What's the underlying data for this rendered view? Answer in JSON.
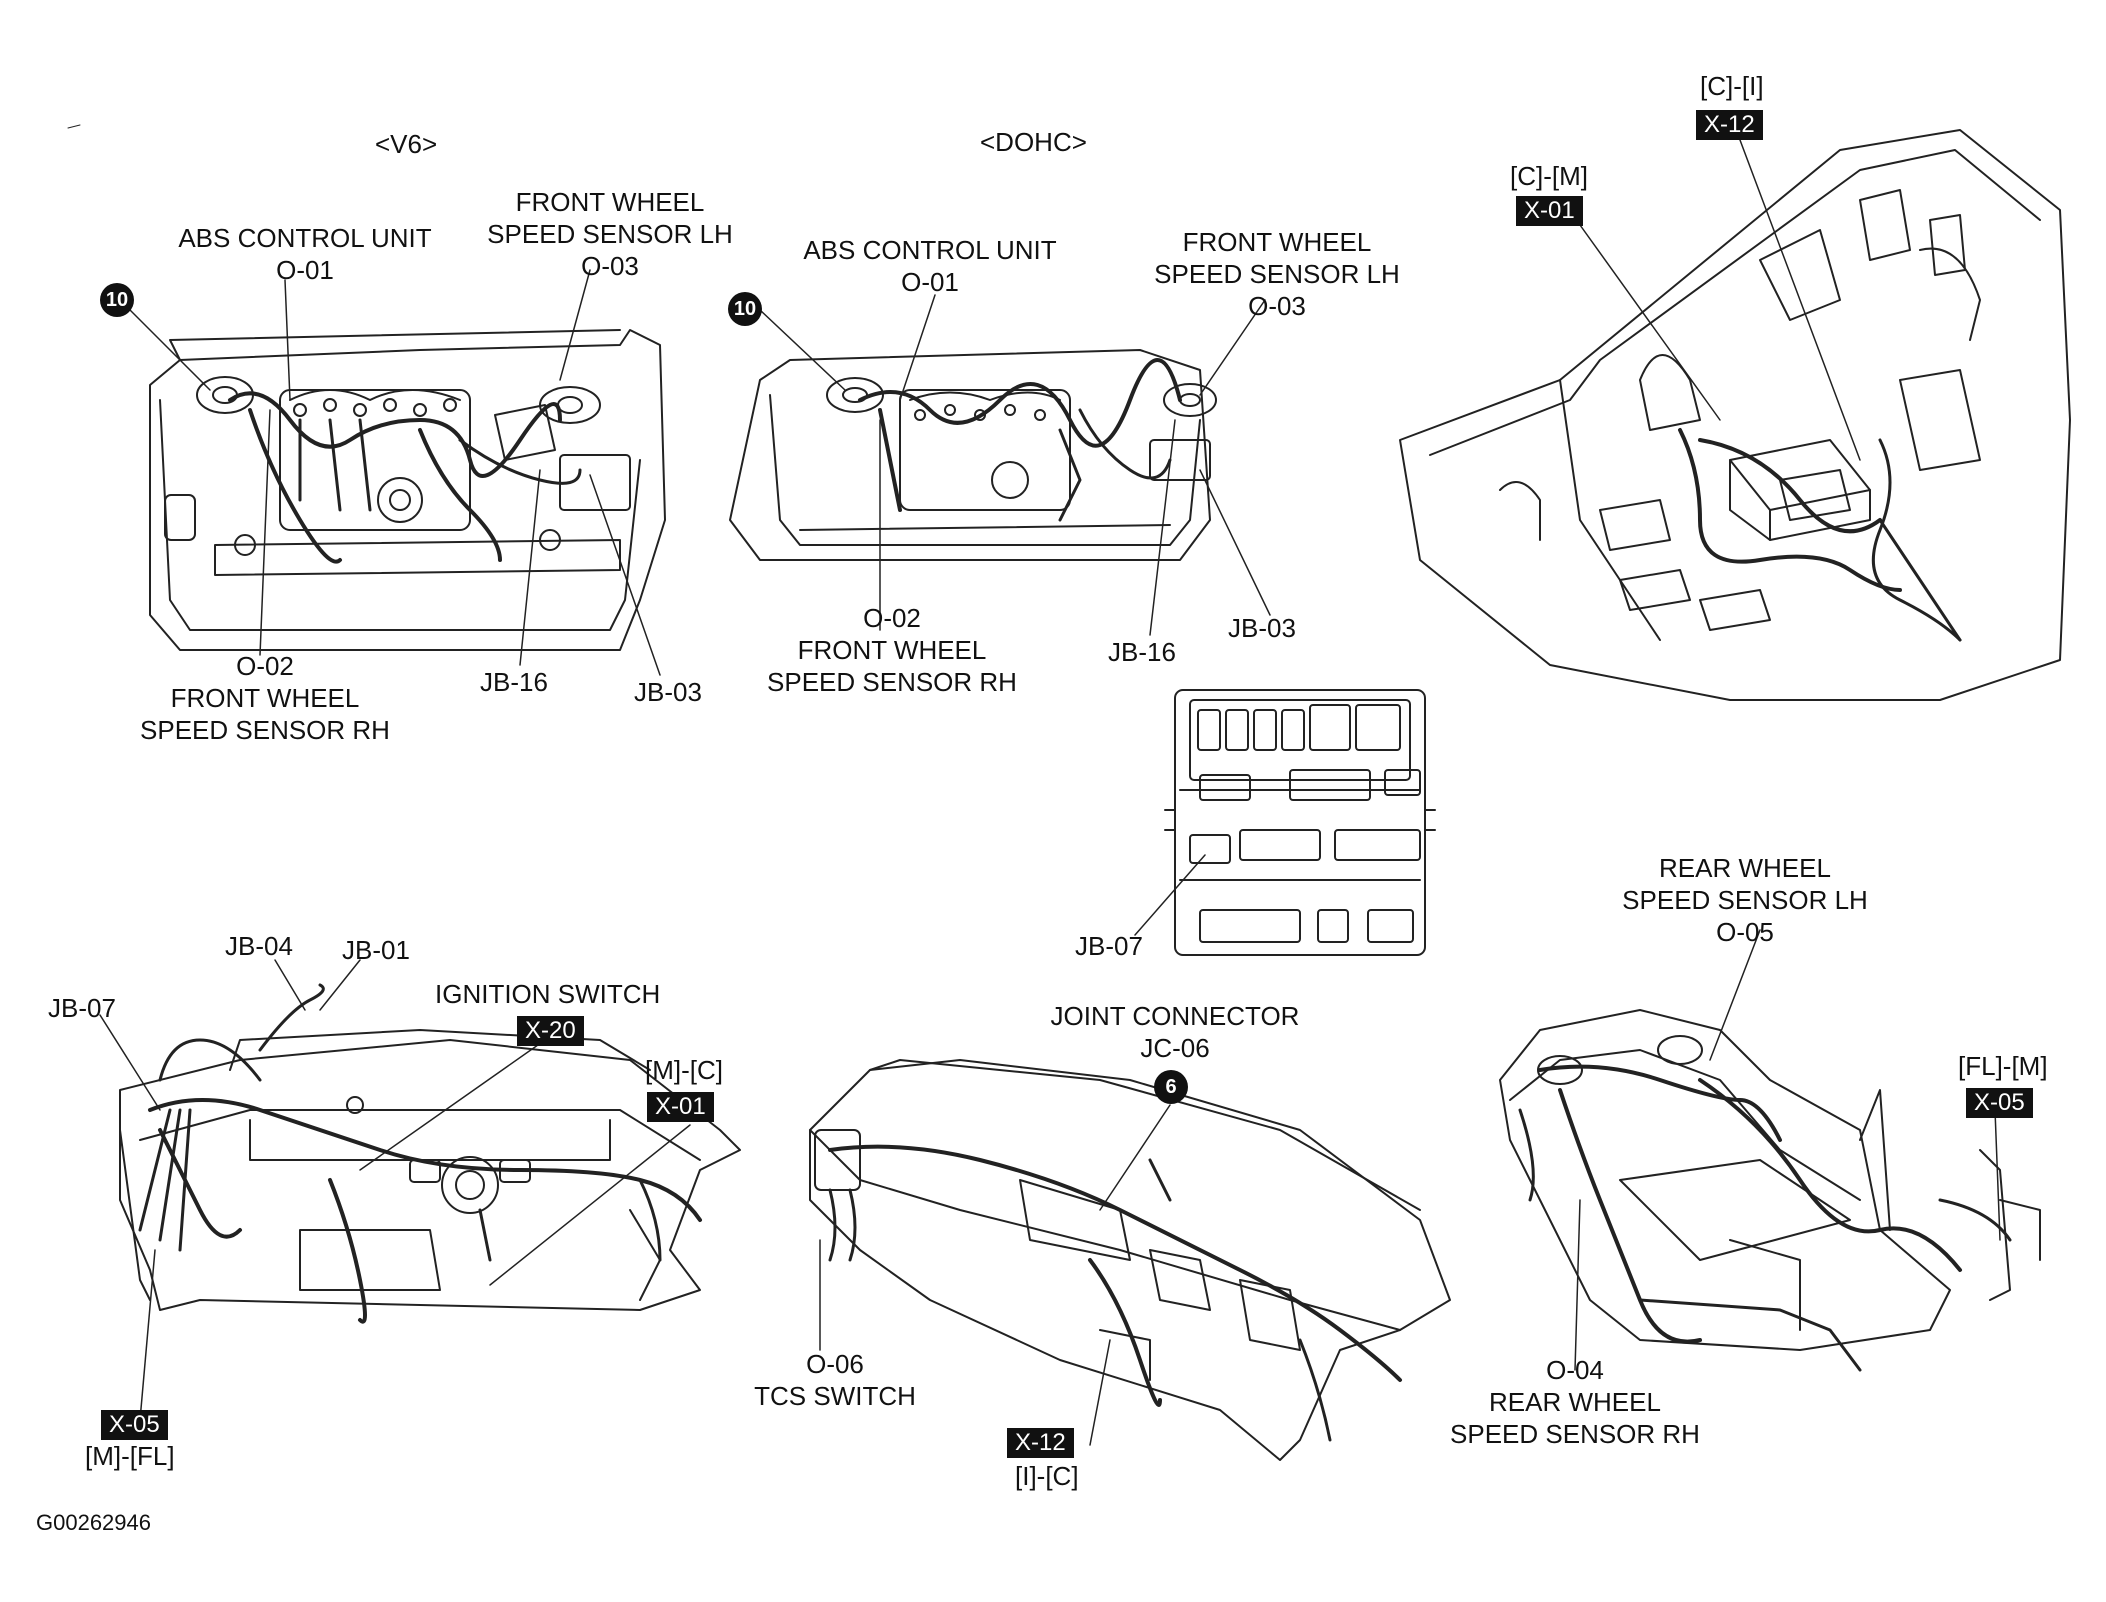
{
  "headings": {
    "v6": "<V6>",
    "dohc": "<DOHC>"
  },
  "engine_v6": {
    "badge": "10",
    "abs_unit_line1": "ABS CONTROL UNIT",
    "abs_unit_line2": "O-01",
    "fw_lh_line1": "FRONT WHEEL",
    "fw_lh_line2": "SPEED SENSOR LH",
    "fw_lh_line3": "O-03",
    "fw_rh_line1": "O-02",
    "fw_rh_line2": "FRONT WHEEL",
    "fw_rh_line3": "SPEED SENSOR RH",
    "jb16": "JB-16",
    "jb03": "JB-03"
  },
  "engine_dohc": {
    "badge": "10",
    "abs_unit_line1": "ABS CONTROL UNIT",
    "abs_unit_line2": "O-01",
    "fw_lh_line1": "FRONT WHEEL",
    "fw_lh_line2": "SPEED SENSOR LH",
    "fw_lh_line3": "O-03",
    "fw_rh_line1": "O-02",
    "fw_rh_line2": "FRONT WHEEL",
    "fw_rh_line3": "SPEED SENSOR RH",
    "jb16": "JB-16",
    "jb03": "JB-03"
  },
  "floor_front": {
    "cm_label": "[C]-[M]",
    "cm_tag": "X-01",
    "ci_label": "[C]-[I]",
    "ci_tag": "X-12"
  },
  "junction_box": {
    "jb07": "JB-07"
  },
  "dash_left": {
    "jb07": "JB-07",
    "jb04": "JB-04",
    "jb01": "JB-01",
    "ignition_label": "IGNITION SWITCH",
    "ignition_tag": "X-20",
    "mc_label": "[M]-[C]",
    "mc_tag": "X-01",
    "mfl_tag": "X-05",
    "mfl_label": "[M]-[FL]"
  },
  "dash_center": {
    "jc_line1": "JOINT CONNECTOR",
    "jc_line2": "JC-06",
    "jc_badge": "6",
    "tcs_line1": "O-06",
    "tcs_line2": "TCS SWITCH",
    "ic_tag": "X-12",
    "ic_label": "[I]-[C]"
  },
  "floor_rear": {
    "rw_lh_line1": "REAR WHEEL",
    "rw_lh_line2": "SPEED SENSOR LH",
    "rw_lh_line3": "O-05",
    "flm_label": "[FL]-[M]",
    "flm_tag": "X-05",
    "rw_rh_line1": "O-04",
    "rw_rh_line2": "REAR WHEEL",
    "rw_rh_line3": "SPEED SENSOR RH"
  },
  "footer": {
    "figure_id": "G00262946"
  }
}
